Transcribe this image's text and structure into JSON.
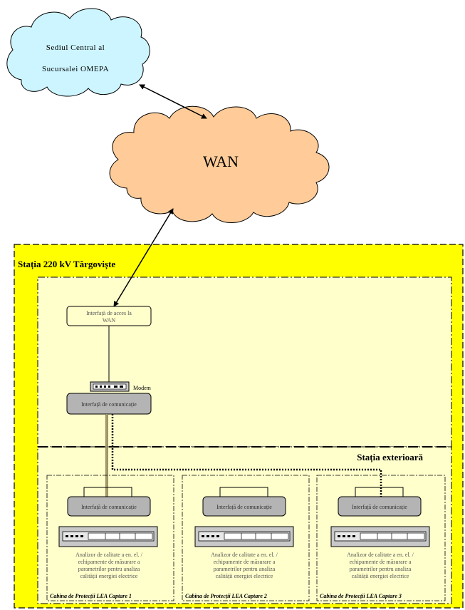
{
  "hq_cloud": {
    "line1": "Sediul Central al",
    "line2": "Sucursalei OMEPA"
  },
  "wan_cloud": {
    "label": "WAN"
  },
  "station": {
    "title": "Stația 220 kV Târgoviște",
    "exterior_label": "Stația exterioară",
    "wan_interface": {
      "line1": "Interfață de acces la",
      "line2": "WAN"
    },
    "modem_label": "Modem",
    "comm_interface": "Interfață de comunicație"
  },
  "cabins": [
    {
      "comm_interface": "Interfață de comunicație",
      "analyzer": [
        "Analizor de calitate a en. el. /",
        "echipamente de măsurare a",
        "parametrilor pentru analiza",
        "calității energiei electrice"
      ],
      "label": "Cabina de Protecții LEA Captare 1"
    },
    {
      "comm_interface": "Interfață de comunicație",
      "analyzer": [
        "Analizor de calitate a en. el. /",
        "echipamente de măsurare a",
        "parametrilor pentru analiza",
        "calității energiei electrice"
      ],
      "label": "Cabina de Protecții LEA Captare 2"
    },
    {
      "comm_interface": "Interfață de comunicație",
      "analyzer": [
        "Analizor de calitate a en. el. /",
        "echipamente de măsurare a",
        "parametrilor pentru analiza",
        "calității energiei electrice"
      ],
      "label": "Cabina de Protecții LEA Captare 3"
    }
  ],
  "colors": {
    "hq_cloud": "#ccf5ff",
    "wan_cloud": "#ffcc99",
    "station_bg": "#ffff00",
    "inner_bg": "#ffffcc",
    "interface_box": "#ffffcc",
    "device_gray": "#c8c8c8",
    "cable": "#a59a6a"
  }
}
